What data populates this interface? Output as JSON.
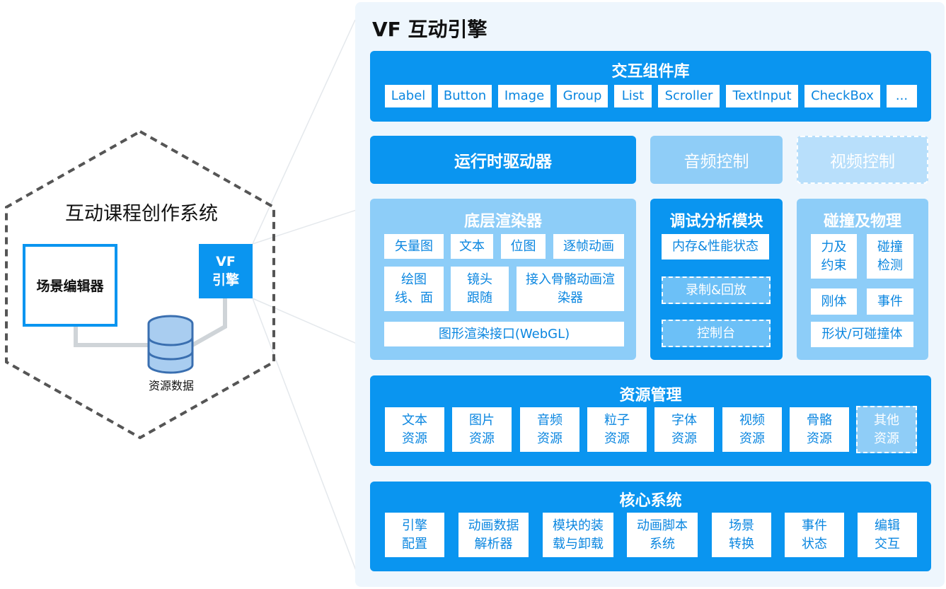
{
  "left": {
    "title": "互动课程创作系统",
    "editor": "场景编辑器",
    "vf_line1": "VF",
    "vf_line2": "引擎",
    "data_store": "资源数据"
  },
  "engine": {
    "title": "VF 互动引擎",
    "components": {
      "title": "交互组件库",
      "items": [
        "Label",
        "Button",
        "Image",
        "Group",
        "List",
        "Scroller",
        "TextInput",
        "CheckBox",
        "..."
      ]
    },
    "runtime": "运行时驱动器",
    "audio": "音频控制",
    "video": "视频控制",
    "renderer": {
      "title": "底层渲染器",
      "items": [
        "矢量图",
        "文本",
        "位图",
        "逐帧动画"
      ],
      "draw": [
        "绘图",
        "线、面"
      ],
      "camera": [
        "镜头",
        "跟随"
      ],
      "skeleton": [
        "接入骨骼动画渲",
        "染器"
      ],
      "webgl": "图形渲染接口(WebGL)"
    },
    "debug": {
      "title": "调试分析模块",
      "perf": "内存&性能状态",
      "record": "录制&回放",
      "console": "控制台"
    },
    "physics": {
      "title": "碰撞及物理",
      "force": [
        "力及",
        "约束"
      ],
      "detect": [
        "碰撞",
        "检测"
      ],
      "rigid": "刚体",
      "event": "事件",
      "shape": "形状/可碰撞体"
    },
    "resources": {
      "title": "资源管理",
      "items": [
        [
          "文本",
          "资源"
        ],
        [
          "图片",
          "资源"
        ],
        [
          "音频",
          "资源"
        ],
        [
          "粒子",
          "资源"
        ],
        [
          "字体",
          "资源"
        ],
        [
          "视频",
          "资源"
        ],
        [
          "骨骼",
          "资源"
        ],
        [
          "其他",
          "资源"
        ]
      ]
    },
    "core": {
      "title": "核心系统",
      "items": [
        [
          "引擎",
          "配置"
        ],
        [
          "动画数据",
          "解析器"
        ],
        [
          "模块的装",
          "载与卸载"
        ],
        [
          "动画脚本",
          "系统"
        ],
        [
          "场景",
          "转换"
        ],
        [
          "事件",
          "状态"
        ],
        [
          "编辑",
          "交互"
        ]
      ]
    }
  }
}
